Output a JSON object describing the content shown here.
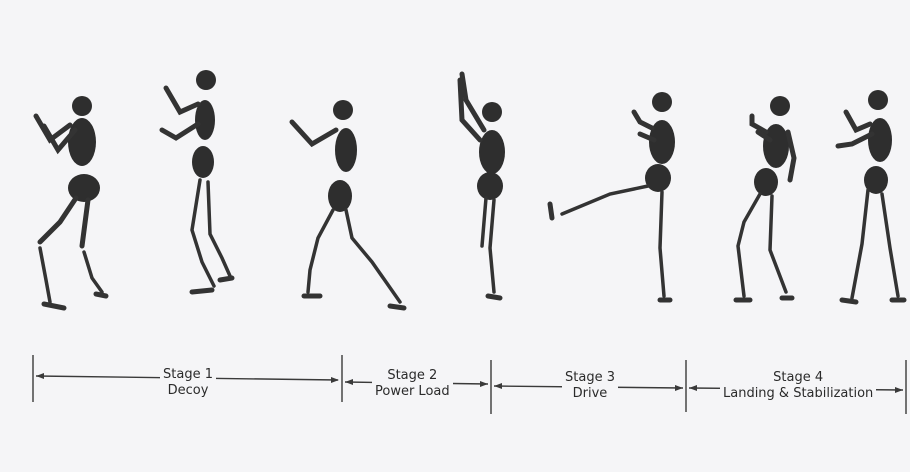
{
  "diagram": {
    "colors": {
      "ink": "#2a2a2a",
      "paper": "#f5f5f7",
      "bone": "#3a3a3a"
    },
    "stages": [
      {
        "title": "Stage 1",
        "subtitle": "Decoy"
      },
      {
        "title": "Stage 2",
        "subtitle": "Power Load"
      },
      {
        "title": "Stage 3",
        "subtitle": "Drive"
      },
      {
        "title": "Stage 4",
        "subtitle": "Landing & Stabilization"
      }
    ]
  }
}
